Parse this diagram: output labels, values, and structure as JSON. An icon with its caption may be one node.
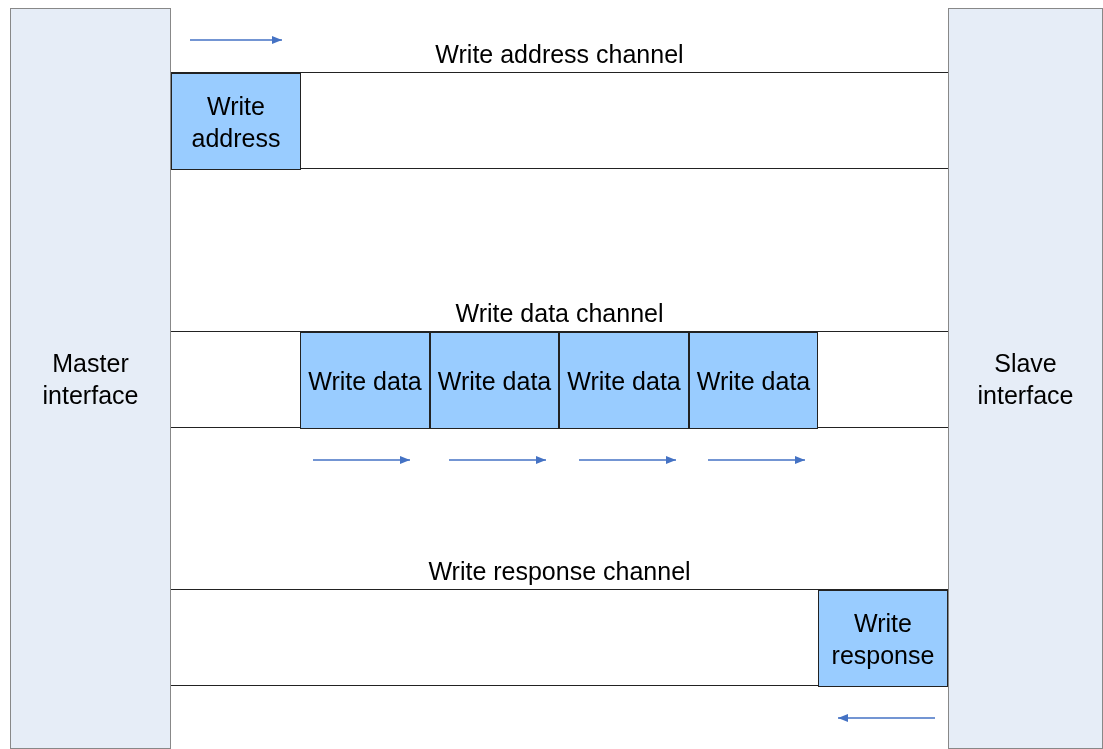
{
  "diagram": {
    "nodes": [
      {
        "text": [
          "Master interface"
        ]
      },
      {
        "text": [
          "Slave interface"
        ]
      },
      {
        "text": [
          "Write address channel"
        ]
      },
      {
        "text": [
          "Write address"
        ],
        "in": 2
      },
      {
        "text": [
          "Write data channel"
        ]
      },
      {
        "text": [
          "Write data"
        ],
        "in": 4
      },
      {
        "text": [
          "Write data"
        ],
        "in": 4
      },
      {
        "text": [
          "Write data"
        ],
        "in": 4
      },
      {
        "text": [
          "Write data"
        ],
        "in": 4
      },
      {
        "text": [
          "Write response channel"
        ]
      },
      {
        "text": [
          "Write response"
        ],
        "in": 9
      }
    ]
  }
}
